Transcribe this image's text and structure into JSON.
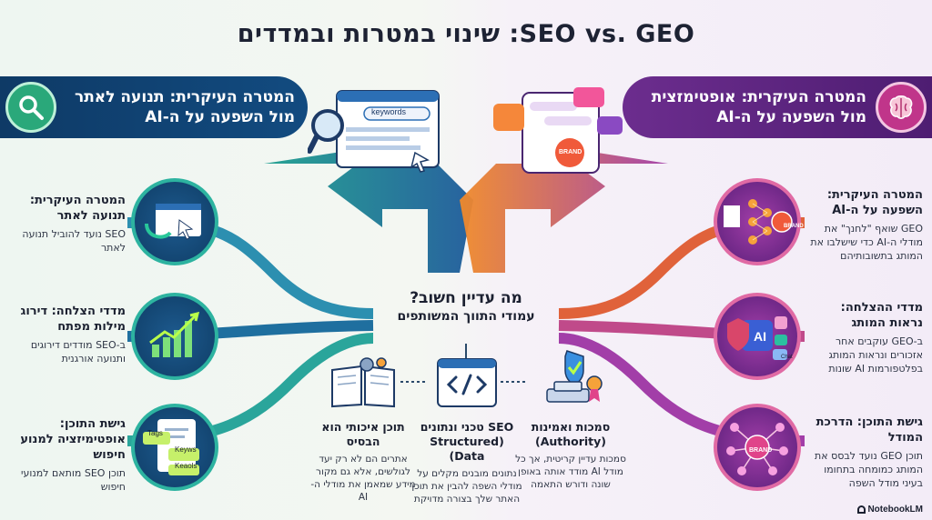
{
  "title": "SEO vs. GEO: שינוי במטרות ובמדדים",
  "banners": {
    "seo": "המטרה העיקרית: תנועה לאתר מול השפעה על ה-AI",
    "geo": "המטרה העיקרית: אופטימזצית מול השפעה על ה-AI"
  },
  "seo_side": [
    {
      "head": "המטרה העיקרית: תנועה לאתר",
      "body": "SEO נועד להוביל תנועה לאתר"
    },
    {
      "head": "מדדי הצלחה: דירוג מילות מפתח",
      "body": "ב-SEO מודדים דירוגים ותנועה אורגנית"
    },
    {
      "head": "גישת התוכן: אופטימיזציה למנוע חיפוש",
      "body": "תוכן SEO מותאם למנועי חיפוש"
    }
  ],
  "geo_side": [
    {
      "head": "המטרה העיקרית: השפעה על ה-AI",
      "body": "GEO שואף \"לחנך\" את מודלי ה-AI כדי שישלבו את המותג בתשובותיהם"
    },
    {
      "head": "מדדי ההצלחה: נראות המותג",
      "body": "ב-GEO עוקבים אחר אזכורים ונראות המותג בפלטפורמות AI שונות"
    },
    {
      "head": "גישת התוכן: הדרכת המודל",
      "body": "תוכן GEO נועד לבסס את המותג כמומחה בתחומו בעיני מודל השפה"
    }
  ],
  "hub": {
    "title": "מה עדיין חשוב?",
    "subtitle": "עמודי התווך המשותפים"
  },
  "pillars": [
    {
      "head": "תוכן איכותי הוא הבסיס",
      "body": "אתרים הם לא רק יעד לגולשים, אלא גם מקור מידע שמאמן את מודלי ה-AI"
    },
    {
      "head": "SEO טכני ונתונים (Structured Data)",
      "body": "נתונים מובנים מקלים על מודלי השפה להבין את תוכן האתר שלך בצורה מדויקת"
    },
    {
      "head": "סמכות ואמינות (Authority)",
      "body": "סמכות עדיין קריטית, אך כל מודל AI מודד אותה באופן שונה ודורש התאמה"
    }
  ],
  "icon_labels": {
    "keywords": "keywords",
    "brand": "BRAND",
    "tags": "Tags",
    "keys": "Keyws",
    "keols": "Keaols",
    "ai": "AI",
    "chat": "Chat"
  },
  "footer": "NotebookLM",
  "colors": {
    "seo_dark": "#0f3d66",
    "seo_teal": "#2db3a0",
    "geo_purple": "#6c2d8e",
    "geo_orange": "#f07a2a"
  }
}
